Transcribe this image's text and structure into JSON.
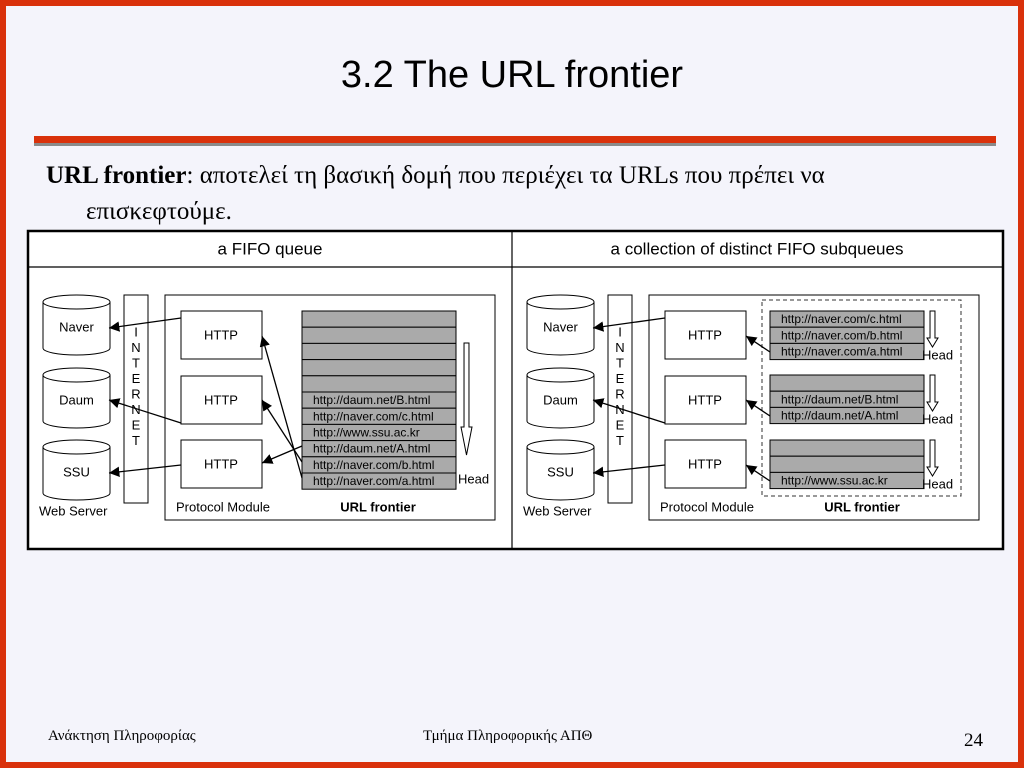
{
  "slide": {
    "title": "3.2 The URL frontier",
    "bullet_term": "URL frontier",
    "bullet_text": ": αποτελεί τη βασική δομή που περιέχει τα URLs που πρέπει να",
    "bullet_cont": "επισκεφτούμε."
  },
  "diagram": {
    "left_header": "a FIFO queue",
    "right_header": "a collection of distinct FIFO subqueues",
    "servers": [
      "Naver",
      "Daum",
      "SSU"
    ],
    "web_server_label": "Web Server",
    "internet_letters": [
      "I",
      "N",
      "T",
      "E",
      "R",
      "N",
      "E",
      "T"
    ],
    "http_label": "HTTP",
    "protocol_module_label": "Protocol Module",
    "url_frontier_label": "URL frontier",
    "head_label": "Head",
    "fifo_urls": [
      "http://daum.net/B.html",
      "http://naver.com/c.html",
      "http://www.ssu.ac.kr",
      "http://daum.net/A.html",
      "http://naver.com/b.html",
      "http://naver.com/a.html"
    ],
    "subqueue_naver": [
      "http://naver.com/c.html",
      "http://naver.com/b.html",
      "http://naver.com/a.html"
    ],
    "subqueue_daum": [
      "http://daum.net/B.html",
      "http://daum.net/A.html"
    ],
    "subqueue_ssu": [
      "http://www.ssu.ac.kr"
    ]
  },
  "footer": {
    "left": "Ανάκτηση Πληροφορίας",
    "center": "Τμήμα Πληροφορικής ΑΠΘ",
    "page": "24"
  }
}
